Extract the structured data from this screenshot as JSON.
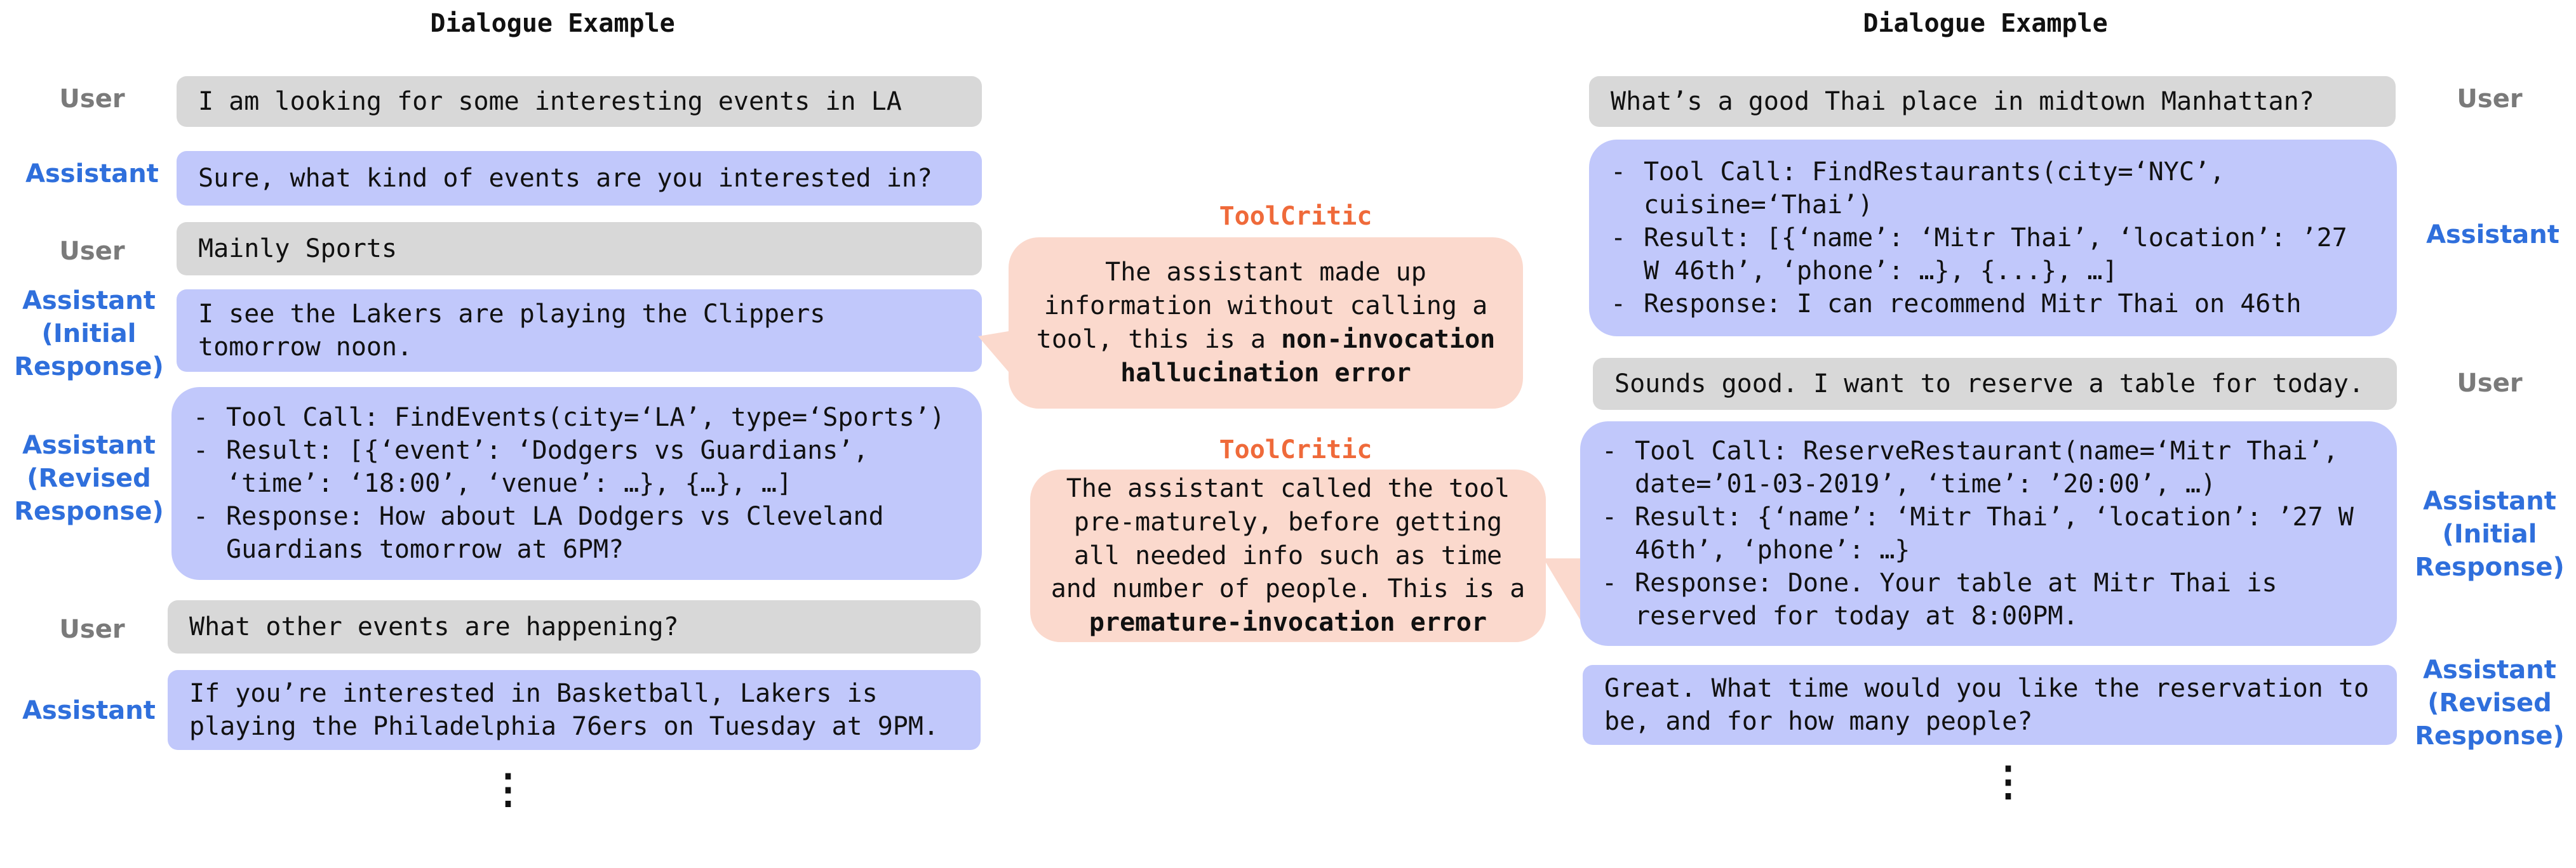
{
  "left": {
    "title": "Dialogue Example",
    "turns": [
      {
        "role": "User",
        "text": "I am looking for some interesting events in LA"
      },
      {
        "role": "Assistant",
        "text": "Sure, what kind of events are you interested in?"
      },
      {
        "role": "User",
        "text": "Mainly Sports"
      },
      {
        "role": "Assistant\n(Initial\nResponse)",
        "text": "I see the Lakers are playing the Clippers tomorrow noon."
      },
      {
        "role": "Assistant\n(Revised\nResponse)",
        "items": [
          "Tool Call: FindEvents(city=‘LA’, type=‘Sports’)",
          "Result: [{‘event’: ‘Dodgers vs Guardians’, ‘time’: ‘18:00’, ‘venue’: …}, {…}, …]",
          "Response: How about LA Dodgers vs Cleveland Guardians tomorrow at 6PM?"
        ]
      },
      {
        "role": "User",
        "text": "What other events are happening?"
      },
      {
        "role": "Assistant",
        "text": "If you’re interested in Basketball, Lakers is playing the Philadelphia 76ers on Tuesday at 9PM."
      }
    ],
    "ellipsis": "⋮"
  },
  "critics": [
    {
      "title": "ToolCritic",
      "text_plain": "The assistant made up information without calling a tool, this is a ",
      "text_bold": "non-invocation hallucination error"
    },
    {
      "title": "ToolCritic",
      "text_plain": "The assistant called the tool pre-maturely, before getting all needed info such as time and number of people. This is a ",
      "text_bold": "premature-invocation error"
    }
  ],
  "right": {
    "title": "Dialogue Example",
    "turns": [
      {
        "role": "User",
        "text": "What’s a good Thai place in midtown Manhattan?"
      },
      {
        "role": "Assistant",
        "items": [
          "Tool Call: FindRestaurants(city=‘NYC’, cuisine=‘Thai’)",
          "Result: [{‘name’: ‘Mitr Thai’, ‘location’: ’27 W 46th’, ‘phone’: …}, {...}, …]",
          "Response: I can recommend Mitr Thai on 46th"
        ]
      },
      {
        "role": "User",
        "text": "Sounds good. I want to reserve a table for today."
      },
      {
        "role": "Assistant\n(Initial\nResponse)",
        "items": [
          "Tool Call: ReserveRestaurant(name=‘Mitr Thai’, date=’01-03-2019’, ‘time’: ’20:00’, …)",
          "Result: {‘name’: ‘Mitr Thai’, ‘location’: ’27 W 46th’, ‘phone’: …}",
          "Response: Done. Your table at Mitr Thai is reserved for today at 8:00PM."
        ]
      },
      {
        "role": "Assistant\n(Revised\nResponse)",
        "text": "Great. What time would you like the reservation to be, and for how many people?"
      }
    ],
    "ellipsis": "⋮"
  }
}
